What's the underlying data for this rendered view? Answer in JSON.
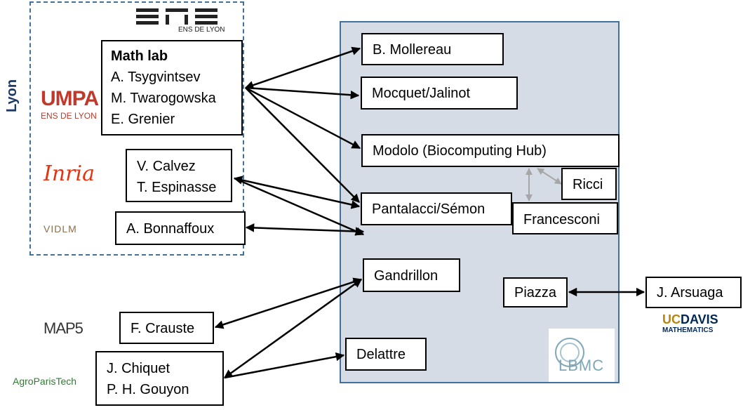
{
  "region": {
    "lyon_label": "Lyon"
  },
  "logos": {
    "ens": {
      "text": "ENS DE LYON"
    },
    "umpa": {
      "text": "UMPA",
      "subtext": "ENS DE LYON"
    },
    "inria": {
      "text": "Inria"
    },
    "vidlm": {
      "text": "VIDLM"
    },
    "map5": {
      "text": "MAP5"
    },
    "agroparistech": {
      "text": "AgroParisTech"
    },
    "ucdavis": {
      "text_uc": "UC",
      "text_davis": "DAVIS",
      "text_sub": "MATHEMATICS"
    },
    "lbmc": {
      "text": "LBMC"
    }
  },
  "boxes": {
    "math_lab": {
      "title": "Math lab",
      "members": [
        "A. Tsygvintsev",
        "M. Twarogowska",
        "E. Grenier"
      ]
    },
    "calvez": {
      "lines": [
        "V. Calvez",
        "T. Espinasse"
      ]
    },
    "bonnaffoux": {
      "label": "A. Bonnaffoux"
    },
    "mollereau": {
      "label": "B. Mollereau"
    },
    "mocquet": {
      "label": "Mocquet/Jalinot"
    },
    "modolo": {
      "label": "Modolo (Biocomputing Hub)"
    },
    "ricci": {
      "label": "Ricci"
    },
    "pantalacci": {
      "label": "Pantalacci/Sémon"
    },
    "francesconi": {
      "label": "Francesconi"
    },
    "gandrillon": {
      "label": "Gandrillon"
    },
    "piazza": {
      "label": "Piazza"
    },
    "arsuaga": {
      "label": "J. Arsuaga"
    },
    "crauste": {
      "label": "F. Crauste"
    },
    "chiquet": {
      "lines": [
        "J. Chiquet",
        "P. H. Gouyon"
      ]
    },
    "delattre": {
      "label": "Delattre"
    }
  },
  "colors": {
    "lyon_border": "#41719c",
    "lyon_text": "#1f3864",
    "panel_fill": "#d6dce5",
    "panel_border": "#41719c",
    "arrow": "#000000",
    "arrow_gray": "#a6a6a6",
    "umpa_red": "#c0392b",
    "inria_red": "#e63312",
    "ucdavis_blue": "#002855",
    "ucdavis_gold": "#b8860b"
  }
}
